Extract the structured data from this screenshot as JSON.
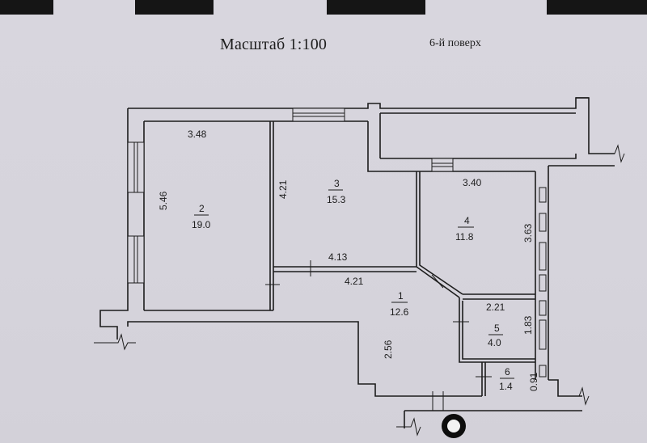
{
  "header": {
    "scale": "Масштаб 1:100",
    "floor": "6-й поверх"
  },
  "rooms": [
    {
      "id": "2",
      "area": "19.0"
    },
    {
      "id": "3",
      "area": "15.3"
    },
    {
      "id": "4",
      "area": "11.8"
    },
    {
      "id": "1",
      "area": "12.6"
    },
    {
      "id": "5",
      "area": "4.0"
    },
    {
      "id": "6",
      "area": "1.4"
    }
  ],
  "dimensions": {
    "room2_width": "3.48",
    "room2_height": "5.46",
    "room3_height": "4.21",
    "room3_bottom": "4.13",
    "room4_width": "3.40",
    "room4_height": "3.63",
    "hall_width": "4.21",
    "hall_height": "2.56",
    "room5_width": "2.21",
    "room5_height": "1.83",
    "room6_height": "0.91"
  },
  "colors": {
    "paper": "#d8d6de",
    "ink": "#1c1c1c"
  }
}
